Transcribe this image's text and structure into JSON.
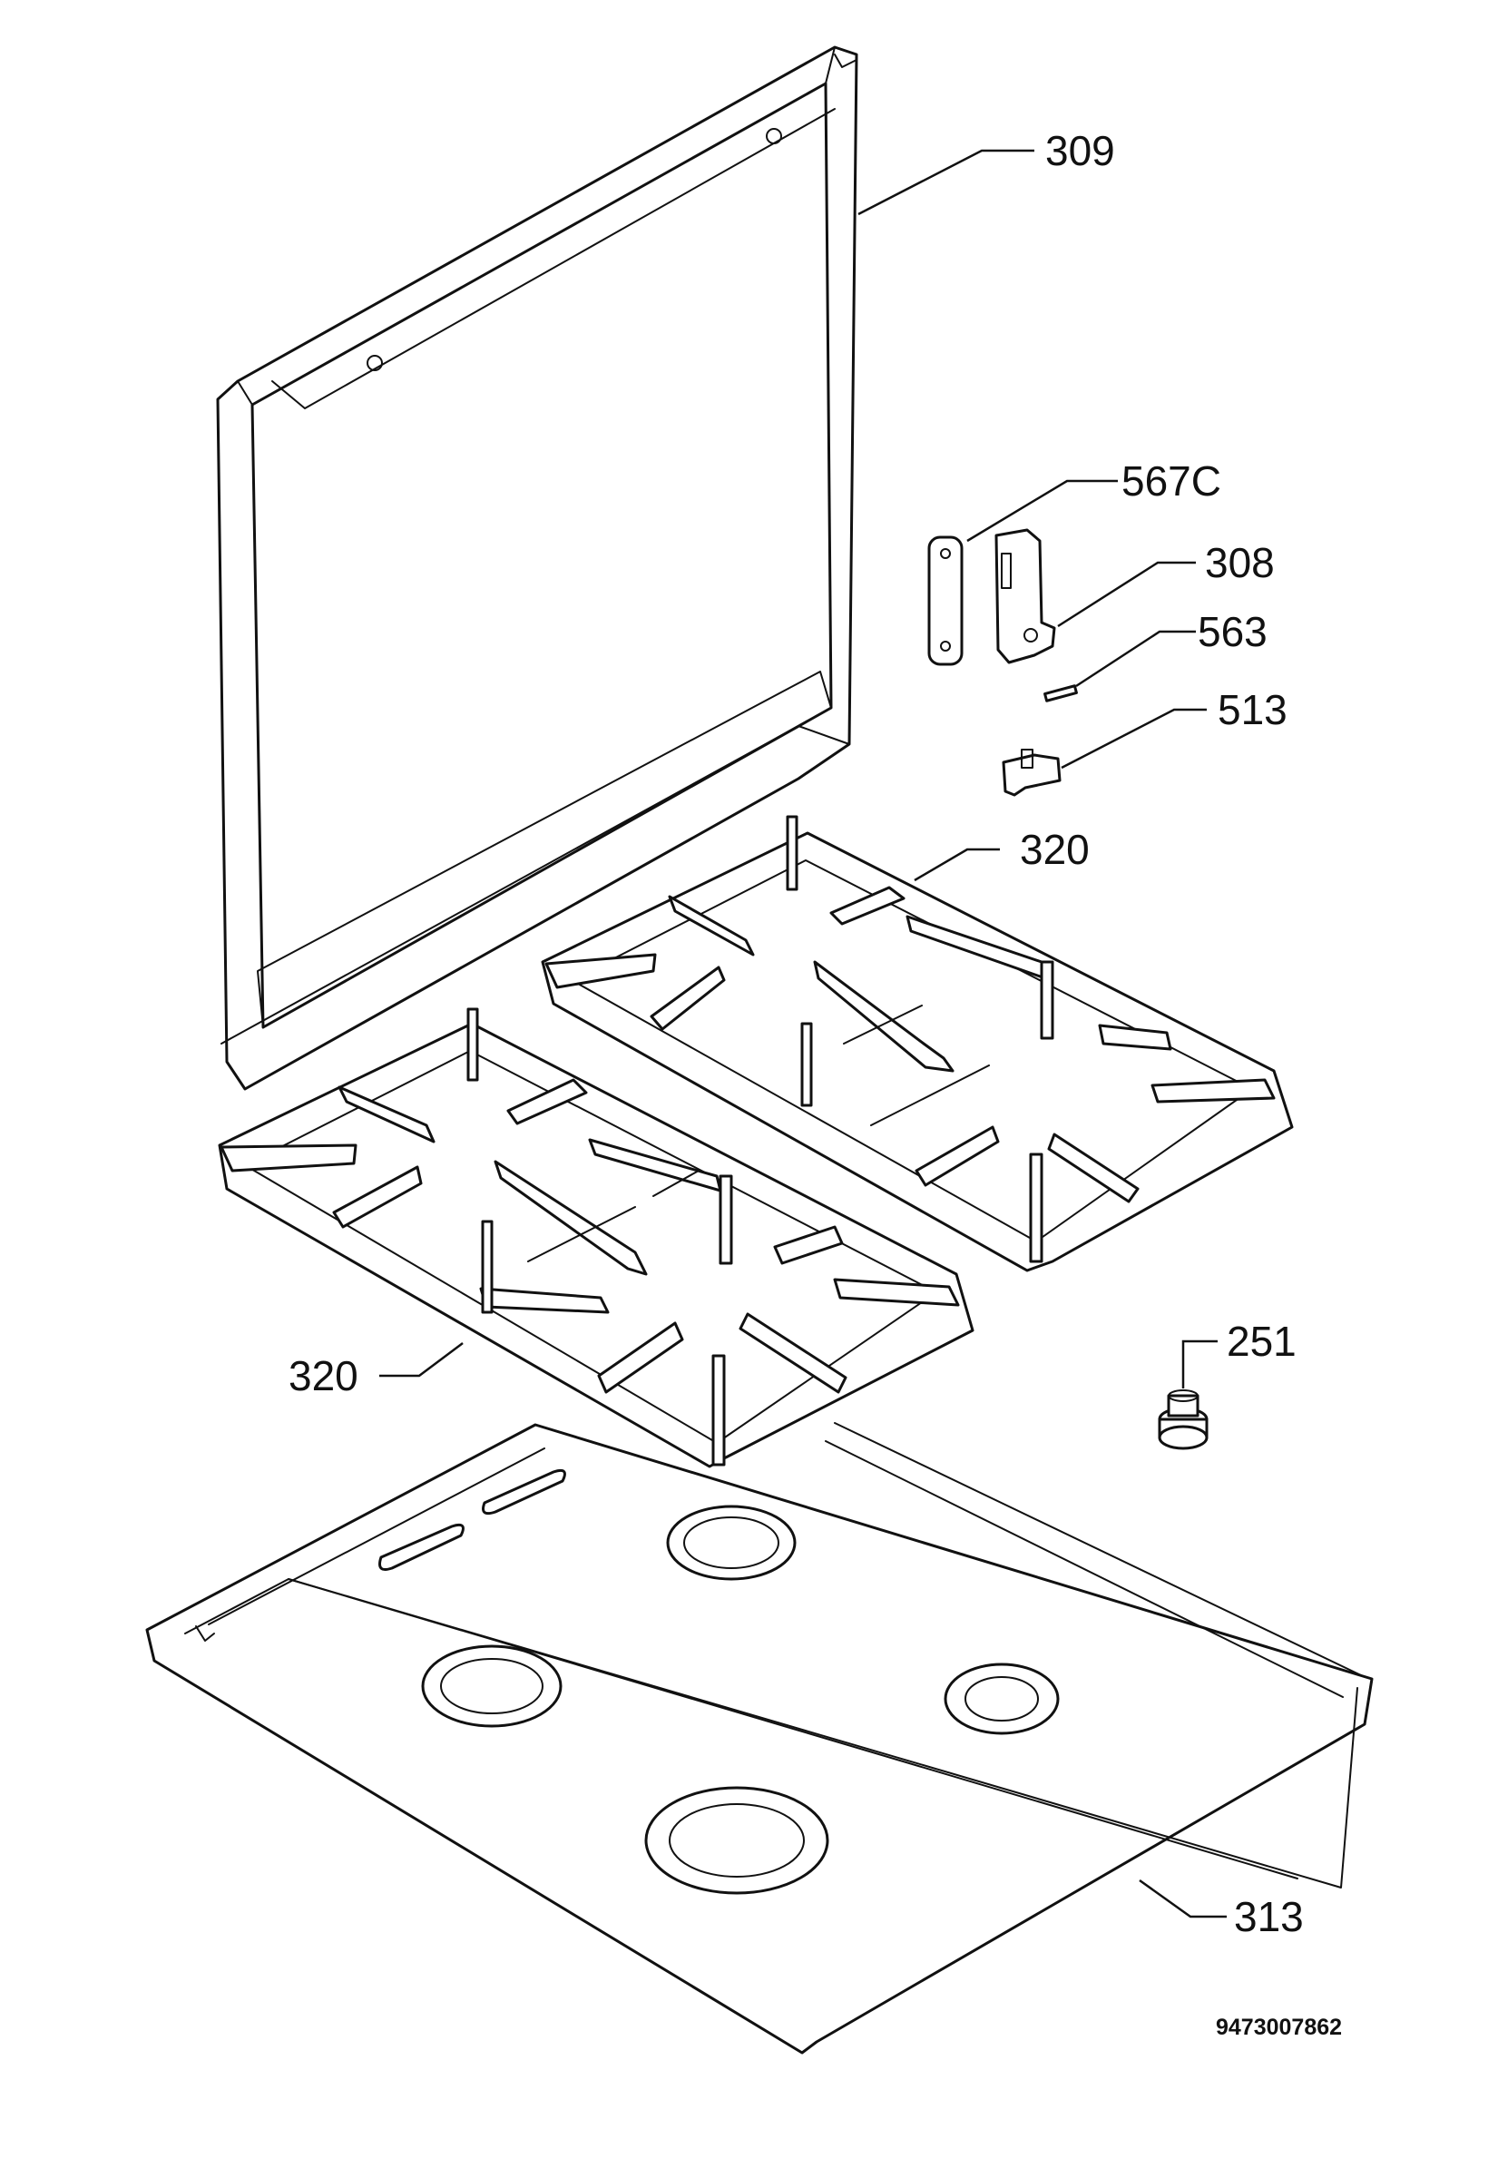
{
  "diagram": {
    "document_number": "9473007862",
    "callouts": [
      {
        "id": "lid",
        "label": "309"
      },
      {
        "id": "hinge-plate",
        "label": "567C"
      },
      {
        "id": "hinge",
        "label": "308"
      },
      {
        "id": "pin",
        "label": "563"
      },
      {
        "id": "hinge-bracket",
        "label": "513"
      },
      {
        "id": "pan-support-right",
        "label": "320"
      },
      {
        "id": "pan-support-left",
        "label": "320"
      },
      {
        "id": "foot",
        "label": "251"
      },
      {
        "id": "hob-top",
        "label": "313"
      }
    ]
  }
}
